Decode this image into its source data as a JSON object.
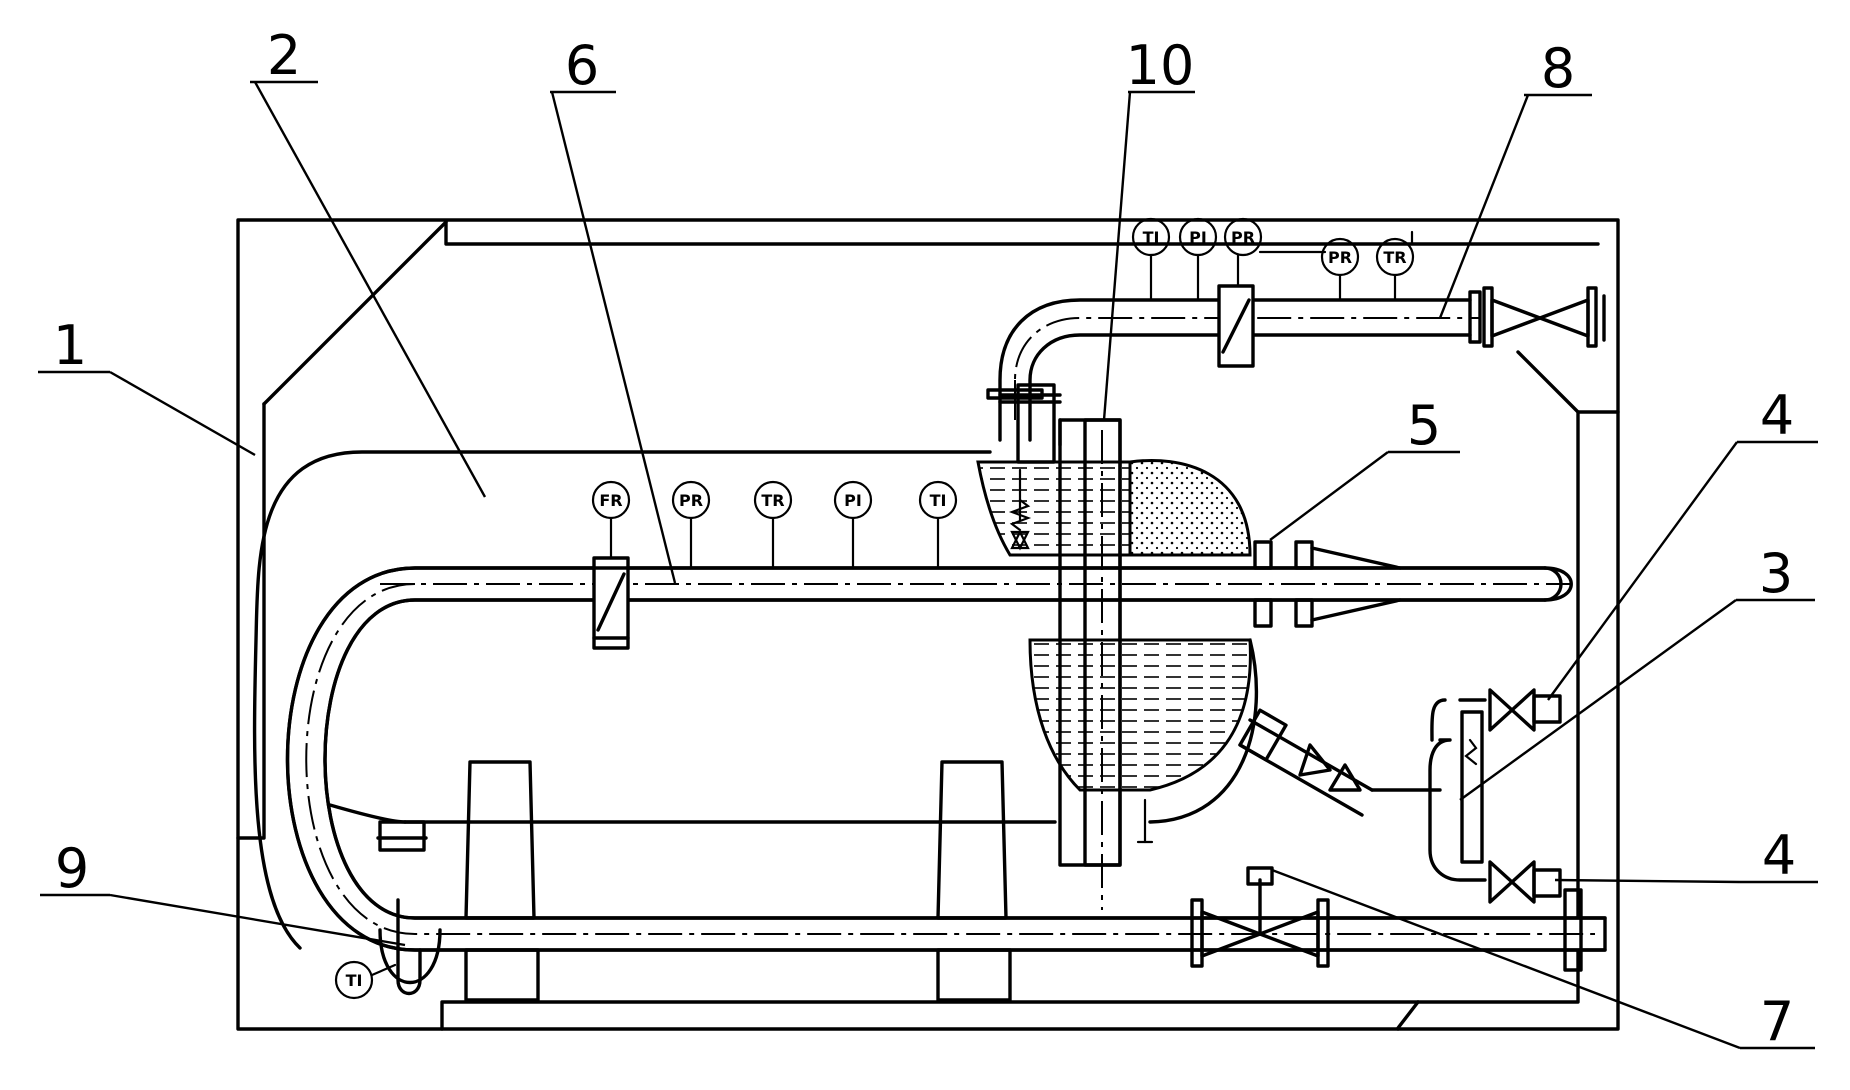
{
  "callouts": [
    {
      "id": "c1",
      "text": "1"
    },
    {
      "id": "c2",
      "text": "2"
    },
    {
      "id": "c3",
      "text": "3"
    },
    {
      "id": "c4a",
      "text": "4"
    },
    {
      "id": "c4b",
      "text": "4"
    },
    {
      "id": "c5",
      "text": "5"
    },
    {
      "id": "c6",
      "text": "6"
    },
    {
      "id": "c7",
      "text": "7"
    },
    {
      "id": "c8",
      "text": "8"
    },
    {
      "id": "c9",
      "text": "9"
    },
    {
      "id": "c10",
      "text": "10"
    }
  ],
  "instruments": [
    {
      "id": "fr-main",
      "text": "FR"
    },
    {
      "id": "pr-main",
      "text": "PR"
    },
    {
      "id": "tr-main",
      "text": "TR"
    },
    {
      "id": "pi-main",
      "text": "PI"
    },
    {
      "id": "ti-main",
      "text": "TI"
    },
    {
      "id": "ti-top",
      "text": "TI"
    },
    {
      "id": "pi-top",
      "text": "PI"
    },
    {
      "id": "pr-top",
      "text": "PR"
    },
    {
      "id": "pr-top2",
      "text": "PR"
    },
    {
      "id": "tr-top",
      "text": "TR"
    },
    {
      "id": "ti-bottom",
      "text": "TI"
    }
  ]
}
